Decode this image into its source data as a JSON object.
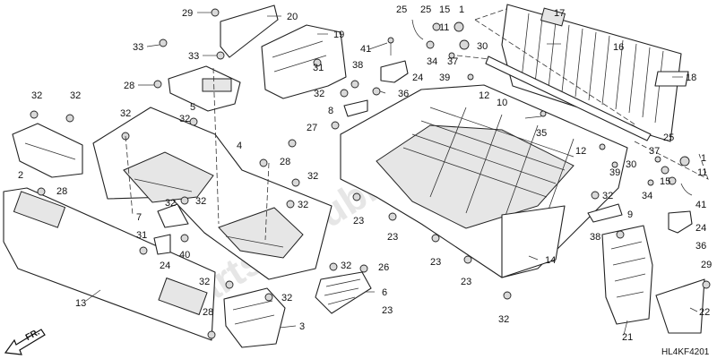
{
  "callouts": [
    {
      "text": "29"
    },
    {
      "text": "20"
    },
    {
      "text": "19"
    },
    {
      "text": "33"
    },
    {
      "text": "33"
    },
    {
      "text": "28"
    },
    {
      "text": "5"
    },
    {
      "text": "32"
    },
    {
      "text": "32"
    },
    {
      "text": "31"
    },
    {
      "text": "32"
    },
    {
      "text": "32"
    },
    {
      "text": "38"
    },
    {
      "text": "32"
    },
    {
      "text": "36"
    },
    {
      "text": "8"
    },
    {
      "text": "27"
    },
    {
      "text": "25"
    },
    {
      "text": "25"
    },
    {
      "text": "15"
    },
    {
      "text": "1"
    },
    {
      "text": "41"
    },
    {
      "text": "11"
    },
    {
      "text": "30"
    },
    {
      "text": "34"
    },
    {
      "text": "37"
    },
    {
      "text": "24"
    },
    {
      "text": "39"
    },
    {
      "text": "12"
    },
    {
      "text": "10"
    },
    {
      "text": "17"
    },
    {
      "text": "16"
    },
    {
      "text": "18"
    },
    {
      "text": "35"
    },
    {
      "text": "12"
    },
    {
      "text": "37"
    },
    {
      "text": "25"
    },
    {
      "text": "1"
    },
    {
      "text": "30"
    },
    {
      "text": "39"
    },
    {
      "text": "11"
    },
    {
      "text": "15"
    },
    {
      "text": "34"
    },
    {
      "text": "2"
    },
    {
      "text": "28"
    },
    {
      "text": "32"
    },
    {
      "text": "32"
    },
    {
      "text": "4"
    },
    {
      "text": "28"
    },
    {
      "text": "32"
    },
    {
      "text": "7"
    },
    {
      "text": "32"
    },
    {
      "text": "23"
    },
    {
      "text": "23"
    },
    {
      "text": "32"
    },
    {
      "text": "9"
    },
    {
      "text": "41"
    },
    {
      "text": "38"
    },
    {
      "text": "24"
    },
    {
      "text": "36"
    },
    {
      "text": "31"
    },
    {
      "text": "24"
    },
    {
      "text": "40"
    },
    {
      "text": "23"
    },
    {
      "text": "23"
    },
    {
      "text": "14"
    },
    {
      "text": "13"
    },
    {
      "text": "32"
    },
    {
      "text": "26"
    },
    {
      "text": "6"
    },
    {
      "text": "32"
    },
    {
      "text": "32"
    },
    {
      "text": "28"
    },
    {
      "text": "3"
    },
    {
      "text": "23"
    },
    {
      "text": "32"
    },
    {
      "text": "29"
    },
    {
      "text": "22"
    },
    {
      "text": "21"
    }
  ],
  "watermark": "PartsRepublik",
  "direction_label": "FR.",
  "diagram_code": "HL4KF4201"
}
